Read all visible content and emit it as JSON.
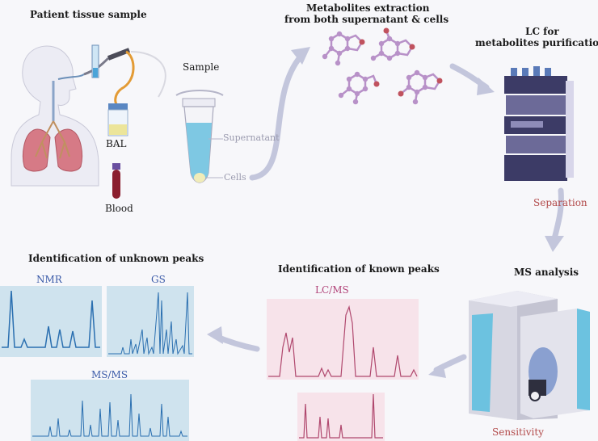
{
  "steps": {
    "patient": "Patient tissue sample",
    "extraction_line1": "Metabolites extraction",
    "extraction_line2": "from both supernatant & cells",
    "lc_line1": "LC for",
    "lc_line2": "metabolites purification",
    "ms_analysis": "MS analysis",
    "known_peaks": "Identification of known peaks",
    "unknown_peaks": "Identification of unknown peaks"
  },
  "sample": {
    "title": "Sample",
    "supernatant": "Supernatant",
    "cells": "Cells",
    "bal": "BAL",
    "blood": "Blood"
  },
  "notes": {
    "separation": "Separation",
    "sensitivity": "Sensitivity"
  },
  "spectra": {
    "nmr": "NMR",
    "gs": "GS",
    "msms": "MS/MS",
    "lcms": "LC/MS"
  },
  "colors": {
    "nmr_panel": "#cfe3ee",
    "nmr_line": "#2a6fb0",
    "lcms_panel": "#f7e3ea",
    "lcms_line": "#b0486e",
    "arrow": "#c3c6dc",
    "molecule": "#b891c8",
    "molecule_oxygen": "#c0525e"
  }
}
